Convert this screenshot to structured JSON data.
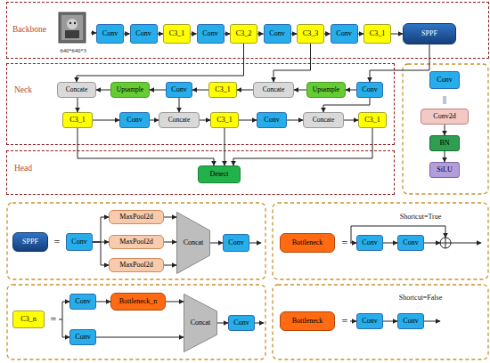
{
  "diagram": {
    "nodes": [
      {
        "text": [
          "Backbone"
        ]
      },
      {
        "text": [
          "640*640*3"
        ],
        "in": 0
      },
      {
        "text": [
          "Conv"
        ],
        "in": 0
      },
      {
        "text": [
          "Conv"
        ],
        "in": 0
      },
      {
        "text": [
          "C3_1"
        ],
        "in": 0
      },
      {
        "text": [
          "Conv"
        ],
        "in": 0
      },
      {
        "text": [
          "C3_2"
        ],
        "in": 0
      },
      {
        "text": [
          "Conv"
        ],
        "in": 0
      },
      {
        "text": [
          "C3_3"
        ],
        "in": 0
      },
      {
        "text": [
          "Conv"
        ],
        "in": 0
      },
      {
        "text": [
          "C3_1"
        ],
        "in": 0
      },
      {
        "text": [
          "SPPF"
        ],
        "in": 0
      },
      {
        "text": [
          "Neck"
        ]
      },
      {
        "text": [
          "Concate"
        ],
        "in": 12
      },
      {
        "text": [
          "Upsample"
        ],
        "in": 12
      },
      {
        "text": [
          "Conv"
        ],
        "in": 12
      },
      {
        "text": [
          "C3_1"
        ],
        "in": 12
      },
      {
        "text": [
          "Concate"
        ],
        "in": 12
      },
      {
        "text": [
          "Upsample"
        ],
        "in": 12
      },
      {
        "text": [
          "Conv"
        ],
        "in": 12
      },
      {
        "text": [
          "C3_1"
        ],
        "in": 12
      },
      {
        "text": [
          "Conv"
        ],
        "in": 12
      },
      {
        "text": [
          "Concate"
        ],
        "in": 12
      },
      {
        "text": [
          "C3_1"
        ],
        "in": 12
      },
      {
        "text": [
          "Conv"
        ],
        "in": 12
      },
      {
        "text": [
          "Concate"
        ],
        "in": 12
      },
      {
        "text": [
          "C3_1"
        ],
        "in": 12
      },
      {
        "text": [
          "Head"
        ]
      },
      {
        "text": [
          "Detect"
        ],
        "in": 27
      },
      {
        "text": [
          "Conv"
        ]
      },
      {
        "text": [
          "Conv2d"
        ]
      },
      {
        "text": [
          "BN"
        ]
      },
      {
        "text": [
          "SiLU"
        ]
      },
      {
        "text": [
          "SPPF"
        ]
      },
      {
        "text": [
          "Conv"
        ]
      },
      {
        "text": [
          "MaxPool2d"
        ]
      },
      {
        "text": [
          "MaxPool2d"
        ]
      },
      {
        "text": [
          "MaxPool2d"
        ]
      },
      {
        "text": [
          "Concat"
        ]
      },
      {
        "text": [
          "Conv"
        ]
      },
      {
        "text": [
          "Bottleneck"
        ]
      },
      {
        "text": [
          "Conv"
        ]
      },
      {
        "text": [
          "Conv"
        ]
      },
      {
        "text": [
          "C3_n"
        ]
      },
      {
        "text": [
          "Conv"
        ]
      },
      {
        "text": [
          "Bottleneck_n"
        ]
      },
      {
        "text": [
          "Conv"
        ]
      },
      {
        "text": [
          "Concat"
        ]
      },
      {
        "text": [
          "Conv"
        ]
      },
      {
        "text": [
          "Bottleneck"
        ]
      },
      {
        "text": [
          "Conv"
        ]
      },
      {
        "text": [
          "Conv"
        ]
      }
    ],
    "edges": [
      {
        "from": 1,
        "to": 2,
        "arrow": "to"
      },
      {
        "from": 2,
        "to": 3,
        "arrow": "to"
      },
      {
        "from": 3,
        "to": 4,
        "arrow": "to"
      },
      {
        "from": 4,
        "to": 5,
        "arrow": "to"
      },
      {
        "from": 5,
        "to": 6,
        "arrow": "to"
      },
      {
        "from": 6,
        "to": 7,
        "arrow": "to"
      },
      {
        "from": 7,
        "to": 8,
        "arrow": "to"
      },
      {
        "from": 8,
        "to": 9,
        "arrow": "to"
      },
      {
        "from": 9,
        "to": 10,
        "arrow": "to"
      },
      {
        "from": 10,
        "to": 11,
        "arrow": "to"
      },
      {
        "from": 11,
        "to": 19,
        "arrow": "to"
      },
      {
        "from": 19,
        "to": 18,
        "arrow": "to"
      },
      {
        "from": 18,
        "to": 17,
        "arrow": "to"
      },
      {
        "from": 17,
        "to": 16,
        "arrow": "to"
      },
      {
        "from": 16,
        "to": 15,
        "arrow": "to"
      },
      {
        "from": 15,
        "to": 14,
        "arrow": "to"
      },
      {
        "from": 14,
        "to": 13,
        "arrow": "to"
      },
      {
        "from": 6,
        "to": 13,
        "arrow": "to"
      },
      {
        "from": 8,
        "to": 17,
        "arrow": "to"
      },
      {
        "from": 13,
        "to": 20,
        "arrow": "to"
      },
      {
        "from": 20,
        "to": 21,
        "arrow": "to"
      },
      {
        "from": 21,
        "to": 22,
        "arrow": "to"
      },
      {
        "from": 22,
        "to": 23,
        "arrow": "to"
      },
      {
        "from": 23,
        "to": 24,
        "arrow": "to"
      },
      {
        "from": 24,
        "to": 25,
        "arrow": "to"
      },
      {
        "from": 25,
        "to": 26,
        "arrow": "to"
      },
      {
        "from": 15,
        "to": 22,
        "arrow": "to"
      },
      {
        "from": 19,
        "to": 25,
        "arrow": "to"
      },
      {
        "from": 20,
        "to": 28,
        "arrow": "to"
      },
      {
        "from": 23,
        "to": 28,
        "arrow": "to"
      },
      {
        "from": 26,
        "to": 28,
        "arrow": "to"
      },
      {
        "from": 30,
        "to": 31,
        "arrow": "to"
      },
      {
        "from": 31,
        "to": 32,
        "arrow": "to"
      },
      {
        "from": 34,
        "to": 35,
        "arrow": "to"
      },
      {
        "from": 34,
        "to": 36,
        "arrow": "to"
      },
      {
        "from": 34,
        "to": 37,
        "arrow": "to"
      },
      {
        "from": 35,
        "to": 38,
        "arrow": "to"
      },
      {
        "from": 36,
        "to": 38,
        "arrow": "to"
      },
      {
        "from": 37,
        "to": 38,
        "arrow": "to"
      },
      {
        "from": 38,
        "to": 39,
        "arrow": "to"
      },
      {
        "from": 41,
        "to": 42,
        "arrow": "to"
      },
      {
        "from": 44,
        "to": 45,
        "arrow": "to"
      },
      {
        "from": 45,
        "to": 47,
        "arrow": "to"
      },
      {
        "from": 46,
        "to": 47,
        "arrow": "to"
      },
      {
        "from": 47,
        "to": 48,
        "arrow": "to"
      },
      {
        "from": 50,
        "to": 51,
        "arrow": "to"
      }
    ],
    "labels": [
      "||",
      "=",
      "Shortcut=True",
      "=",
      "=",
      "Shortcut=False",
      "="
    ]
  }
}
